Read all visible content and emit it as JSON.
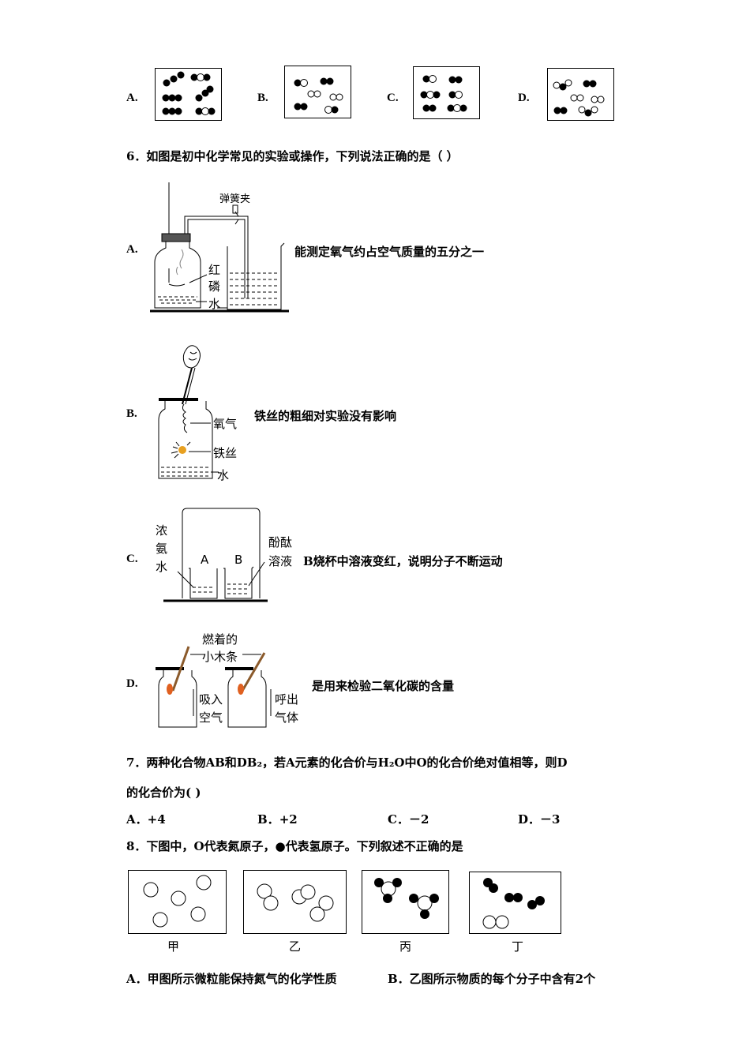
{
  "q5": {
    "options": [
      {
        "label": "A."
      },
      {
        "label": "B."
      },
      {
        "label": "C."
      },
      {
        "label": "D."
      }
    ]
  },
  "q6": {
    "stem": "6．如图是初中化学常见的实验或操作，下列说法正确的是（   ）",
    "a": {
      "label": "A.",
      "text": "能测定氧气约占空气质量的五分之一",
      "clamp": "弹簧夹",
      "p1": "红",
      "p2": "磷",
      "water": "水"
    },
    "b": {
      "label": "B.",
      "text": "铁丝的粗细对实验没有影响",
      "oxygen": "氧气",
      "wire": "铁丝",
      "water": "水"
    },
    "c": {
      "label": "C.",
      "text": "B烧杯中溶液变红，说明分子不断运动",
      "am1": "浓",
      "am2": "氨",
      "am3": "水",
      "ph1": "酚酞",
      "ph2": "溶液",
      "beakerA": "A",
      "beakerB": "B"
    },
    "d": {
      "label": "D.",
      "text": "是用来检验二氧化碳的含量",
      "stick1": "燃着的",
      "stick2": "小木条",
      "in1": "吸入",
      "in2": "空气",
      "out1": "呼出",
      "out2": "气体"
    }
  },
  "q7": {
    "stem_line1": "7．两种化合物AB和DB₂，若A元素的化合价与H₂O中O的化合价绝对值相等，则D",
    "stem_line2": "的化合价为(   )",
    "options": [
      {
        "label": "A．",
        "value": "+4"
      },
      {
        "label": "B．",
        "value": "+2"
      },
      {
        "label": "C．",
        "value": "－2"
      },
      {
        "label": "D．",
        "value": "－3"
      }
    ]
  },
  "q8": {
    "stem": "8．下图中，O代表氮原子，●代表氢原子。下列叙述不正确的是",
    "panels": [
      "甲",
      "乙",
      "丙",
      "丁"
    ],
    "option_a": "A．甲图所示微粒能保持氮气的化学性质",
    "option_b": "B．乙图所示物质的每个分子中含有2个"
  }
}
